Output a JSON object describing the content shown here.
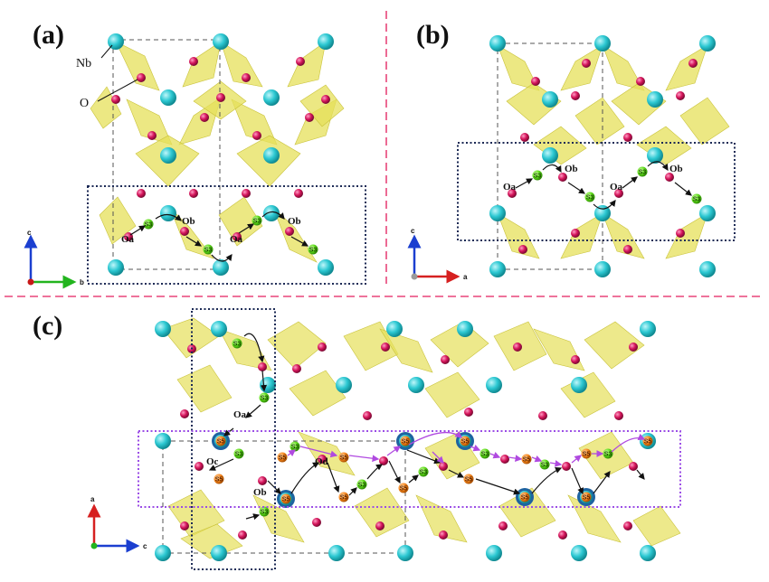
{
  "panels": {
    "a": {
      "label": "(a)",
      "nb_label": "Nb",
      "o_label": "O",
      "oa": "Oa",
      "ob": "Ob",
      "site": "S3",
      "axis_v": "c",
      "axis_h": "b"
    },
    "b": {
      "label": "(b)",
      "oa": "Oa",
      "ob": "Ob",
      "site": "S3",
      "axis_v": "c",
      "axis_h": "a"
    },
    "c": {
      "label": "(c)",
      "oa": "Oa",
      "ob": "Ob",
      "oc": "Oc",
      "od": "Od",
      "site3": "S3",
      "site5": "S5",
      "axis_v": "a",
      "axis_h": "c"
    }
  },
  "colors": {
    "nb": "#2cc8d2",
    "o": "#d4145a",
    "s3": "#5ddc18",
    "s5": "#f7861c",
    "poly": "#e6e05a",
    "separator": "#e8457a",
    "box_dark": "#1c2a55",
    "box_purple": "#9b4de6",
    "path_purple": "#b04ae0"
  }
}
